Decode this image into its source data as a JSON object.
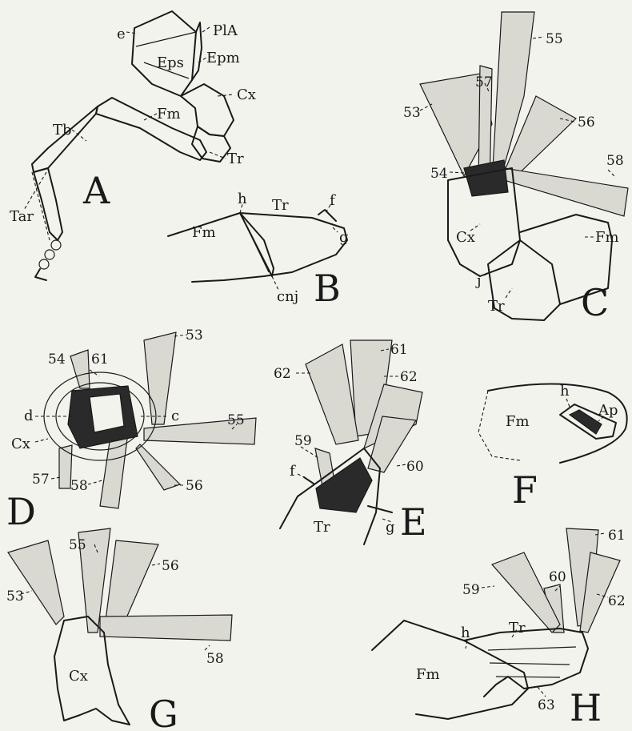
{
  "panels": {
    "A": {
      "letter": "A",
      "labels": {
        "e": "e",
        "PlA": "PlA",
        "Eps": "Eps",
        "Epm": "Epm",
        "Cx": "Cx",
        "Tb": "Tb",
        "Fm": "Fm",
        "Tr": "Tr",
        "Tar": "Tar"
      }
    },
    "B": {
      "letter": "B",
      "labels": {
        "h": "h",
        "Tr": "Tr",
        "f": "f",
        "Fm": "Fm",
        "g": "g",
        "cnj": "cnj"
      }
    },
    "C": {
      "letter": "C",
      "labels": {
        "m55": "55",
        "m57": "57",
        "m53": "53",
        "m56": "56",
        "m54": "54",
        "m58": "58",
        "Cx": "Cx",
        "Fm": "Fm",
        "j": "j",
        "Tr": "Tr"
      }
    },
    "D": {
      "letter": "D",
      "labels": {
        "m53": "53",
        "m54": "54",
        "m61": "61",
        "d": "d",
        "c": "c",
        "m55": "55",
        "Cx": "Cx",
        "m57": "57",
        "m58": "58",
        "m56": "56"
      }
    },
    "E": {
      "letter": "E",
      "labels": {
        "m61": "61",
        "m62a": "62",
        "m62b": "62",
        "m59": "59",
        "m60": "60",
        "f": "f",
        "g": "g",
        "Tr": "Tr"
      }
    },
    "F": {
      "letter": "F",
      "labels": {
        "h": "h",
        "Ap": "Ap",
        "Fm": "Fm"
      }
    },
    "G": {
      "letter": "G",
      "labels": {
        "m55": "55",
        "m56": "56",
        "m53": "53",
        "m58": "58",
        "Cx": "Cx"
      }
    },
    "H": {
      "letter": "H",
      "labels": {
        "m61": "61",
        "m60": "60",
        "m59": "59",
        "m62": "62",
        "h": "h",
        "Tr": "Tr",
        "Fm": "Fm",
        "m63": "63"
      }
    }
  }
}
